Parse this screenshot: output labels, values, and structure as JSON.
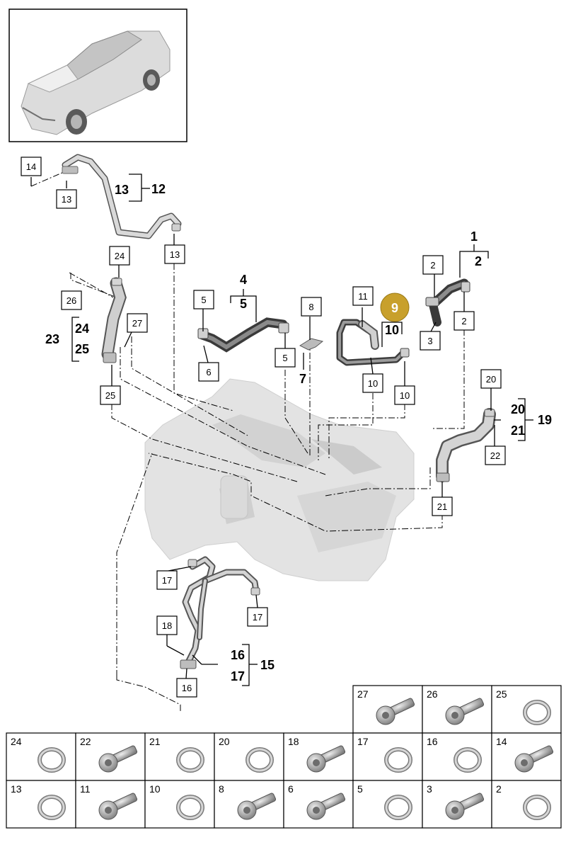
{
  "callouts": [
    {
      "id": "c14a",
      "text": "14"
    },
    {
      "id": "c13a",
      "text": "13"
    },
    {
      "id": "c13b",
      "text": "13"
    },
    {
      "id": "c24a",
      "text": "24"
    },
    {
      "id": "c26a",
      "text": "26"
    },
    {
      "id": "c27a",
      "text": "27"
    },
    {
      "id": "c25a",
      "text": "25"
    },
    {
      "id": "c5a",
      "text": "5"
    },
    {
      "id": "c6a",
      "text": "6"
    },
    {
      "id": "c5b",
      "text": "5"
    },
    {
      "id": "c8a",
      "text": "8"
    },
    {
      "id": "c11a",
      "text": "11"
    },
    {
      "id": "c10a",
      "text": "10"
    },
    {
      "id": "c10b",
      "text": "10"
    },
    {
      "id": "c2a",
      "text": "2"
    },
    {
      "id": "c3a",
      "text": "3"
    },
    {
      "id": "c2b",
      "text": "2"
    },
    {
      "id": "c20a",
      "text": "20"
    },
    {
      "id": "c22a",
      "text": "22"
    },
    {
      "id": "c21a",
      "text": "21"
    },
    {
      "id": "c17a",
      "text": "17"
    },
    {
      "id": "c17b",
      "text": "17"
    },
    {
      "id": "c18a",
      "text": "18"
    },
    {
      "id": "c16a",
      "text": "16"
    }
  ],
  "group_labels": {
    "g13": "13",
    "g12": "12",
    "g4": "4",
    "g5": "5",
    "g7": "7",
    "g1": "1",
    "g2": "2",
    "g10": "10",
    "g24": "24",
    "g25": "25",
    "g23": "23",
    "g20": "20",
    "g21": "21",
    "g19": "19",
    "g16": "16",
    "g17": "17",
    "g15": "15"
  },
  "highlight": {
    "text": "9",
    "color": "#c8a02c"
  },
  "parts_grid": [
    {
      "number": "27",
      "icon": "bolt-icon"
    },
    {
      "number": "26",
      "icon": "bolt-icon"
    },
    {
      "number": "25",
      "icon": "seal-ring-icon"
    },
    {
      "number": "24",
      "icon": "seal-ring-icon"
    },
    {
      "number": "22",
      "icon": "bolt-icon"
    },
    {
      "number": "21",
      "icon": "seal-ring-icon"
    },
    {
      "number": "20",
      "icon": "seal-ring-icon"
    },
    {
      "number": "18",
      "icon": "bolt-icon"
    },
    {
      "number": "17",
      "icon": "seal-ring-icon"
    },
    {
      "number": "16",
      "icon": "seal-ring-icon"
    },
    {
      "number": "14",
      "icon": "bolt-icon"
    },
    {
      "number": "13",
      "icon": "seal-ring-icon"
    },
    {
      "number": "11",
      "icon": "bolt-icon"
    },
    {
      "number": "10",
      "icon": "seal-ring-icon"
    },
    {
      "number": "8",
      "icon": "bolt-icon"
    },
    {
      "number": "6",
      "icon": "bolt-icon"
    },
    {
      "number": "5",
      "icon": "seal-ring-icon"
    },
    {
      "number": "3",
      "icon": "bolt-icon"
    },
    {
      "number": "2",
      "icon": "seal-ring-icon"
    }
  ]
}
